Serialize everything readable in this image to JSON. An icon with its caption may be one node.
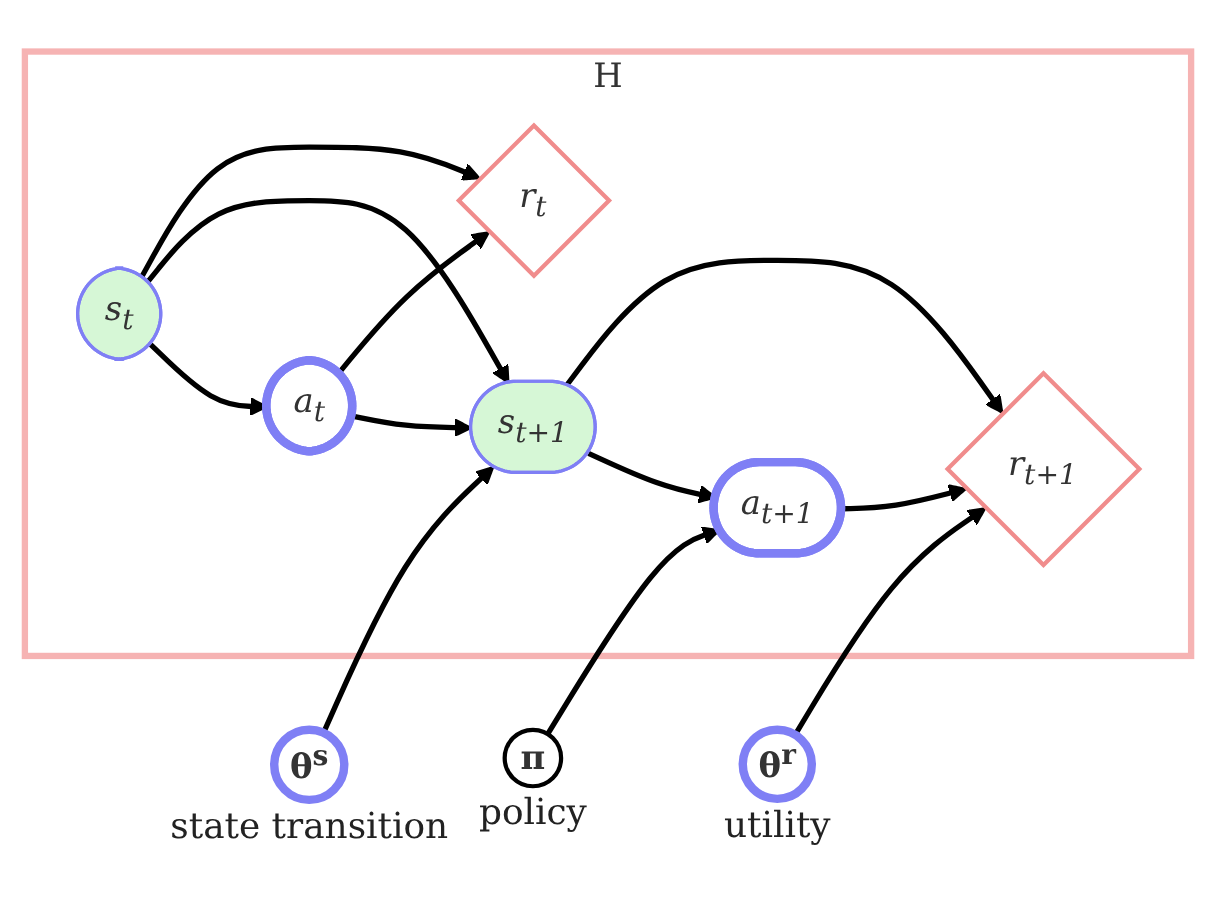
{
  "diagram": {
    "nodes": [
      {
        "text": [
          "H"
        ]
      },
      {
        "text": [
          "a$_{t}$"
        ],
        "in": 0
      },
      {
        "text": [
          "a$_{t+1}$"
        ],
        "in": 0
      },
      {
        "text": [
          "s$_{t}$"
        ],
        "in": 0
      },
      {
        "text": [
          "s$_{t+1}$"
        ],
        "in": 0
      },
      {
        "text": [
          "r$_{t}$"
        ],
        "in": 0
      },
      {
        "text": [
          "r$_{t+1}$"
        ],
        "in": 0
      },
      {
        "text": [
          "π"
        ],
        "beside": [
          "policy"
        ]
      },
      {
        "text": [
          "θ$^{s}$"
        ],
        "beside": [
          "state transition"
        ]
      },
      {
        "text": [
          "θ$^{r}$"
        ],
        "beside": [
          "utility"
        ]
      }
    ],
    "edges": [
      {
        "from": 3,
        "to": 1,
        "arrow": "to"
      },
      {
        "from": 1,
        "to": 4,
        "arrow": "to"
      },
      {
        "from": 1,
        "to": 5,
        "arrow": "to"
      },
      {
        "from": 3,
        "to": 4,
        "arrow": "to"
      },
      {
        "from": 3,
        "to": 5,
        "arrow": "to"
      },
      {
        "from": 4,
        "to": 2,
        "arrow": "to"
      },
      {
        "from": 2,
        "to": 6,
        "arrow": "to"
      },
      {
        "from": 4,
        "to": 6,
        "arrow": "to"
      },
      {
        "from": 7,
        "to": 2,
        "arrow": "to"
      },
      {
        "from": 8,
        "to": 4,
        "arrow": "to"
      },
      {
        "from": 9,
        "to": 6,
        "arrow": "to"
      }
    ]
  }
}
